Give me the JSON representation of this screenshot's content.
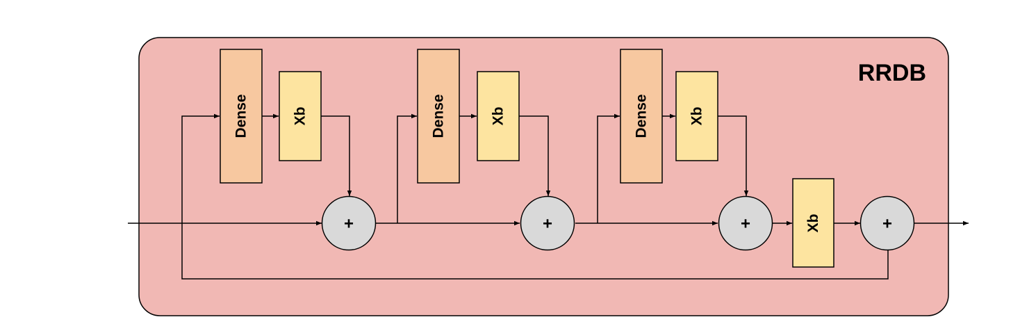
{
  "block": {
    "title": "RRDB"
  },
  "nodes": {
    "dense_label": "Dense",
    "xb_label": "Xb",
    "sum_label": "+"
  },
  "colors": {
    "container_fill": "#f1b8b4",
    "dense_fill": "#f7c8a0",
    "xb_fill": "#fde4a0",
    "sum_fill": "#d9d9d9",
    "stroke": "#000000"
  }
}
